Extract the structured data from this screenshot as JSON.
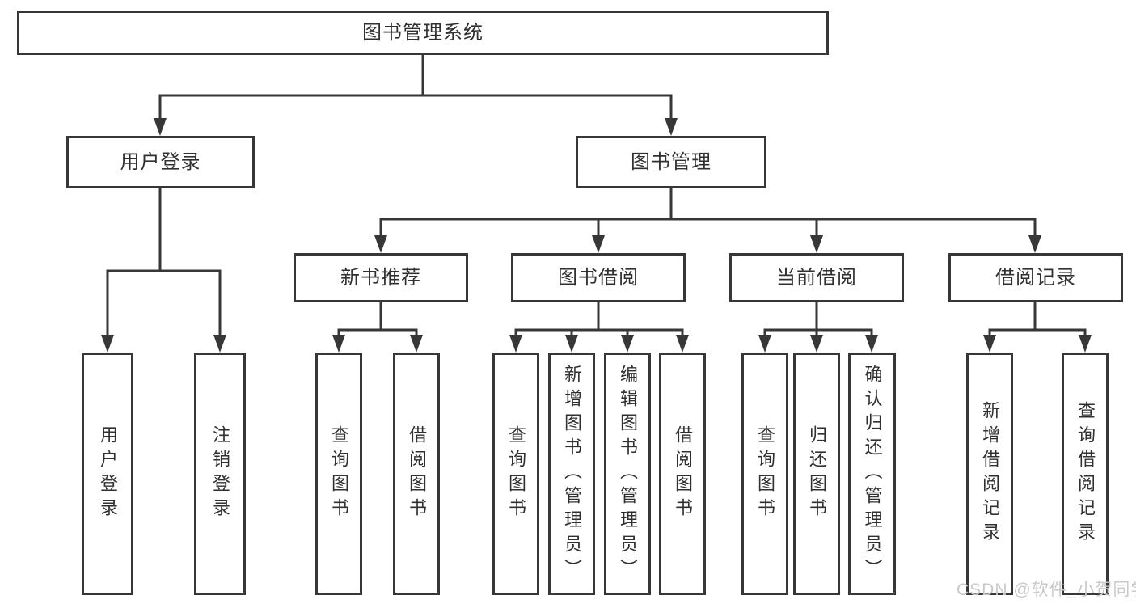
{
  "diagram": {
    "root": {
      "label": "图书管理系统"
    },
    "branches": [
      {
        "label": "用户登录",
        "children": [
          {
            "label": "用户登录"
          },
          {
            "label": "注销登录"
          }
        ]
      },
      {
        "label": "图书管理",
        "groups": [
          {
            "label": "新书推荐",
            "children": [
              {
                "label": "查询图书"
              },
              {
                "label": "借阅图书"
              }
            ]
          },
          {
            "label": "图书借阅",
            "children": [
              {
                "label": "查询图书"
              },
              {
                "label": "新增图书（管理员）"
              },
              {
                "label": "编辑图书（管理员）"
              },
              {
                "label": "借阅图书"
              }
            ]
          },
          {
            "label": "当前借阅",
            "children": [
              {
                "label": "查询图书"
              },
              {
                "label": "归还图书"
              },
              {
                "label": "确认归还（管理员）"
              }
            ]
          },
          {
            "label": "借阅记录",
            "children": [
              {
                "label": "新增借阅记录"
              },
              {
                "label": "查询借阅记录"
              }
            ]
          }
        ]
      }
    ]
  },
  "watermark": {
    "text": "CSDN @软件_小贺同学"
  },
  "colors": {
    "line": "#373737",
    "text": "#303030",
    "box_background": "#ffffff",
    "watermark": "#c9c9c9",
    "background": "#ffffff"
  }
}
